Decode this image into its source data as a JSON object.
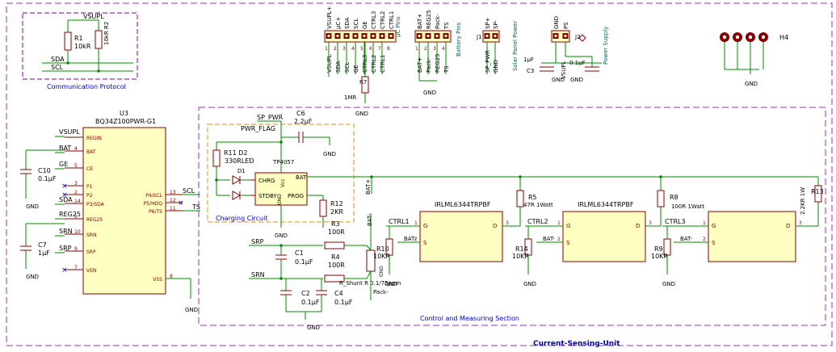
{
  "colors": {
    "wire": "#008a00",
    "body": "#840000",
    "fill": "#ffffc2",
    "pin": "#840000",
    "label": "#000000",
    "ref": "#006464",
    "sheet": "#9b30b0",
    "charge_box": "#e8a33c",
    "power": "#840000"
  },
  "comm": {
    "title": "Communication Protocol",
    "vsupl": "VSUPL",
    "r1_ref": "R1",
    "r1_val": "10kR",
    "r2_ref": "R2",
    "r2_val": "10kR",
    "sda": "SDA",
    "scl": "SCL"
  },
  "uc_pins": {
    "title": "μC Pins",
    "connector_labels": [
      "VSUPL",
      "SDA",
      "SCL",
      "GE",
      "CTRL3",
      "CTRL2",
      "CTRL1"
    ],
    "connector_top": [
      "VSUPL+",
      "μC+",
      "SDA",
      "SCL",
      "GE",
      "CTRL3",
      "CTRL2",
      "CTRL1"
    ],
    "r7_ref": "R7",
    "r7_val": "1MR",
    "gnd": "GND"
  },
  "battery_pins": {
    "title": "Battery Pins",
    "top": [
      "BAT+",
      "REG25",
      "Pack-",
      "TS"
    ],
    "bottom": [
      "BAT+",
      "Pack-",
      "REG25",
      "TS"
    ],
    "gnd": "GND"
  },
  "solar": {
    "title": "Solar Panel Power",
    "j_ref": "J1",
    "top": [
      "SP+",
      "SP-"
    ],
    "bottom": [
      "SP_PWR",
      "GND"
    ]
  },
  "power_supply": {
    "title": "Power Supply",
    "top": [
      "GND",
      "PS"
    ],
    "j_ref": "J2",
    "c3_ref": "C3",
    "c3_val": "1μF",
    "c_val2": "0.1μF",
    "vsupl": "VSUPL",
    "gnd": "GND"
  },
  "mount": {
    "ref": "H4",
    "gnd": "GND"
  },
  "u3": {
    "ref": "U3",
    "part": "BQ34Z100PWR-G1",
    "left_pins": [
      {
        "name": "REGIN",
        "num": ""
      },
      {
        "name": "BAT",
        "num": "4"
      },
      {
        "name": "CE",
        "num": "5"
      },
      {
        "name": "P1",
        "num": "3"
      },
      {
        "name": "P2",
        "num": "2"
      },
      {
        "name": "P3/SDA",
        "num": "14"
      },
      {
        "name": "REG25",
        "num": "1"
      },
      {
        "name": "SRN",
        "num": "10"
      },
      {
        "name": "SRP",
        "num": "9"
      },
      {
        "name": "VEN",
        "num": "7"
      }
    ],
    "right_pins": [
      {
        "name": "P4/SCL",
        "num": "13"
      },
      {
        "name": "P5/HDQ",
        "num": "12"
      },
      {
        "name": "P6/TS",
        "num": "11"
      },
      {
        "name": "VSS",
        "num": "8"
      }
    ],
    "net_left": [
      "VSUPL",
      "BAT",
      "GE",
      "SDA",
      "REG25",
      "SRN",
      "SRP"
    ],
    "net_right": [
      "SCL",
      "TS"
    ],
    "c10_ref": "C10",
    "c10_val": "0.1μF",
    "c7_ref": "C7",
    "c7_val": "1μF",
    "gnd": "GND"
  },
  "charging": {
    "title": "Charging Circuit",
    "sp_pwr": "SP_PWR",
    "pwr_flag": "PWR_FLAG",
    "c6_ref": "C6",
    "c6_val": "2.2μF",
    "r11_ref": "R11",
    "r11_val": "330R",
    "d2_ref": "D2",
    "led": "LED",
    "d1_ref": "D1",
    "ic_name": "TP4057",
    "pins": [
      "CHRG",
      "STDBY",
      "BAT",
      "PROG",
      "Vcc",
      "GND"
    ],
    "pin_nums": [
      "1",
      "3",
      "4",
      "2"
    ],
    "r12_ref": "R12",
    "r12_val": "2KR",
    "gnd": "GND",
    "bat_plus": "BAT+"
  },
  "measure": {
    "title": "Control and Measuring Section",
    "srp": "SRP",
    "srn": "SRN",
    "c1_ref": "C1",
    "c1_val": "0.1μF",
    "c2_ref": "C2",
    "c2_val": "0.1μF",
    "c4_ref": "C4",
    "c4_val": "0.1μF",
    "r3_ref": "R3",
    "r3_val": "100R",
    "r4_ref": "R4",
    "r4_val": "100R",
    "shunt": "R_Shunt R 0.1/75ppm",
    "r10_ref": "R10",
    "r10_val": "10KR",
    "bat_minus": "BAT-",
    "pack_minus": "Pack-",
    "gnd": "GND",
    "mosfets": [
      {
        "part": "IRLML6344TRPBF",
        "ctrl": "CTRL1",
        "rg_ref": "R10",
        "rg_val": "10KR"
      },
      {
        "part": "IRLML6344TRPBF",
        "ctrl": "CTRL2",
        "rg_ref": "R14",
        "rg_val": "10KR"
      },
      {
        "part": "",
        "ctrl": "CTRL3",
        "rg_ref": "R9",
        "rg_val": "10KR"
      }
    ],
    "r5_ref": "R5",
    "r5_val": "47R 1Watt",
    "r8_ref": "R8",
    "r8_val": "100R 1Watt",
    "r13_ref": "R13",
    "r13_val": "2.2KR 1W",
    "pin_g": "G",
    "pin_s": "S",
    "pin_d": "D"
  },
  "sheet": {
    "title": "Current-Sensing-Unit"
  }
}
